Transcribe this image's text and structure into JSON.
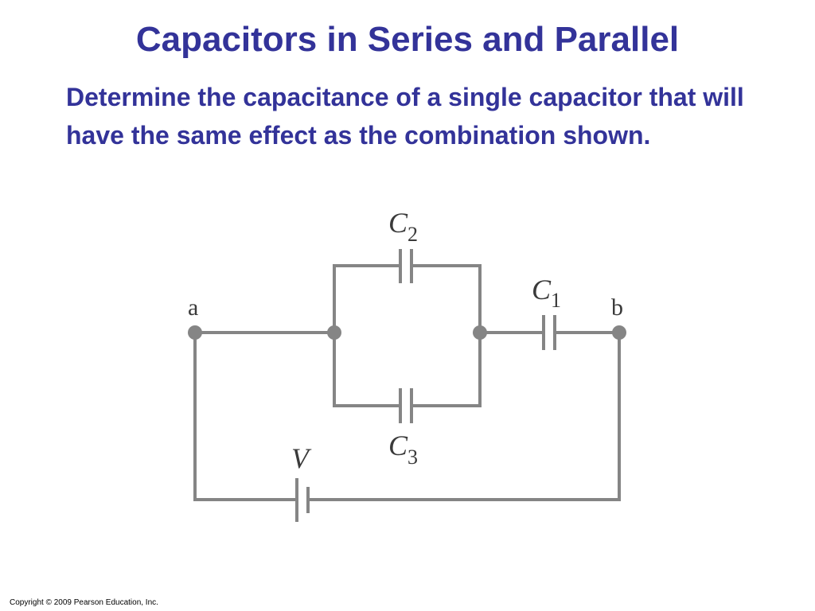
{
  "slide": {
    "title": "Capacitors in Series and Parallel",
    "prompt": "Determine the capacitance of a single capacitor that will have the same effect as the combination shown."
  },
  "circuit": {
    "nodes": {
      "a": "a",
      "b": "b"
    },
    "capacitors": [
      {
        "symbol": "C",
        "subscript": "2"
      },
      {
        "symbol": "C",
        "subscript": "1"
      },
      {
        "symbol": "C",
        "subscript": "3"
      }
    ],
    "source": {
      "symbol": "V"
    }
  },
  "footer": {
    "copyright": "Copyright © 2009 Pearson Education, Inc."
  },
  "colors": {
    "title": "#333399",
    "wire": "#858585"
  }
}
